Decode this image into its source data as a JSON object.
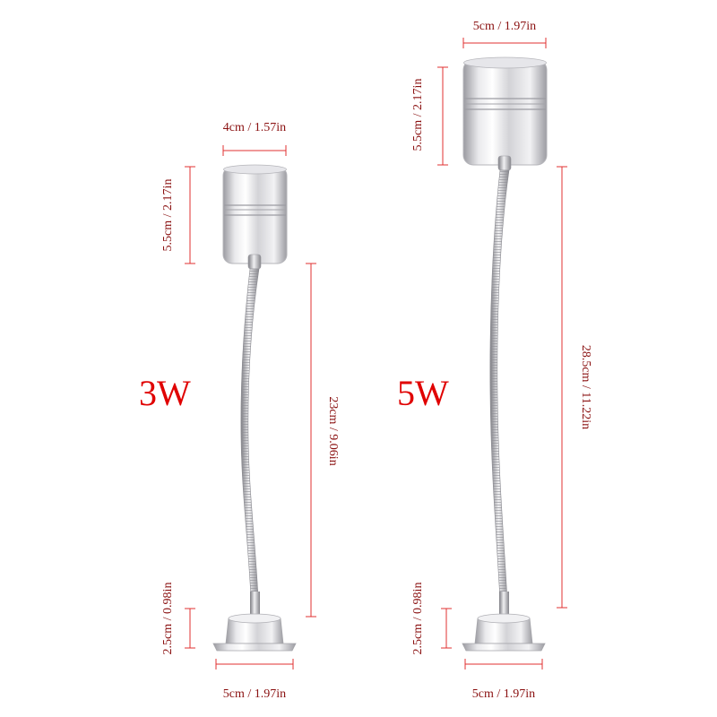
{
  "products": [
    {
      "wattage": "3W",
      "head_width": "4cm / 1.57in",
      "head_height": "5.5cm / 2.17in",
      "neck_length": "23cm / 9.06in",
      "base_height": "2.5cm / 0.98in",
      "base_width": "5cm / 1.97in"
    },
    {
      "wattage": "5W",
      "head_width": "5cm / 1.97in",
      "head_height": "5.5cm / 2.17in",
      "neck_length": "28.5cm / 11.22in",
      "base_height": "2.5cm / 0.98in",
      "base_width": "5cm / 1.97in"
    }
  ],
  "colors": {
    "dimension_line": "#e03030",
    "dimension_text": "#8a1010",
    "wattage_text": "#e00000",
    "metal_light": "#f4f4f6",
    "metal_mid": "#c9c9cd",
    "metal_dark": "#8e8e94"
  }
}
